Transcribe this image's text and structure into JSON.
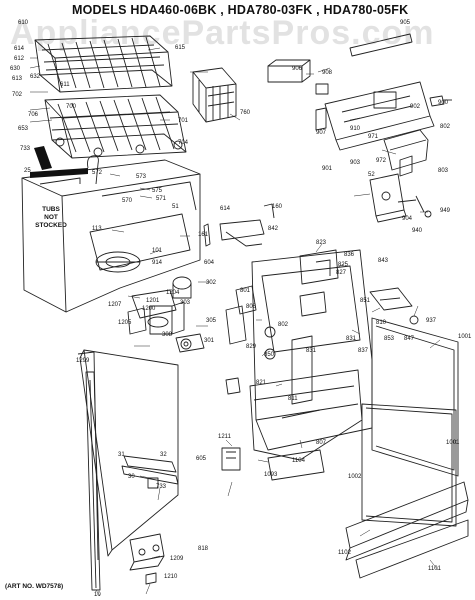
{
  "title": "MODELS  HDA460-06BK , HDA780-03FK , HDA780-05FK",
  "watermark": "AppliancePartsPros.com",
  "art_number": "(ART NO. WD7578)",
  "tub_note": [
    "TUBS",
    "NOT",
    "STOCKED"
  ],
  "part_numbers": [
    "610",
    "614",
    "612",
    "630",
    "613",
    "615",
    "632",
    "611",
    "702",
    "760",
    "706",
    "653",
    "700",
    "701",
    "704",
    "733",
    "906",
    "908",
    "907",
    "905",
    "902",
    "900",
    "910",
    "971",
    "901",
    "903",
    "972",
    "802",
    "803",
    "52",
    "25",
    "572",
    "573",
    "575",
    "570",
    "571",
    "51",
    "160",
    "614",
    "842",
    "113",
    "101",
    "914",
    "604",
    "161",
    "823",
    "836",
    "825",
    "827",
    "843",
    "851",
    "904",
    "940",
    "949",
    "302",
    "801",
    "1204",
    "1201",
    "1207",
    "1205",
    "1200",
    "303",
    "305",
    "308",
    "301",
    "808",
    "802",
    "831",
    "837",
    "810",
    "853",
    "847",
    "937",
    "1001",
    "829",
    "850",
    "831",
    "821",
    "811",
    "1299",
    "1211",
    "31",
    "32",
    "605",
    "807",
    "1104",
    "1001",
    "1093",
    "30",
    "733",
    "1002",
    "818",
    "1209",
    "1210",
    "1101",
    "1102",
    "10"
  ]
}
